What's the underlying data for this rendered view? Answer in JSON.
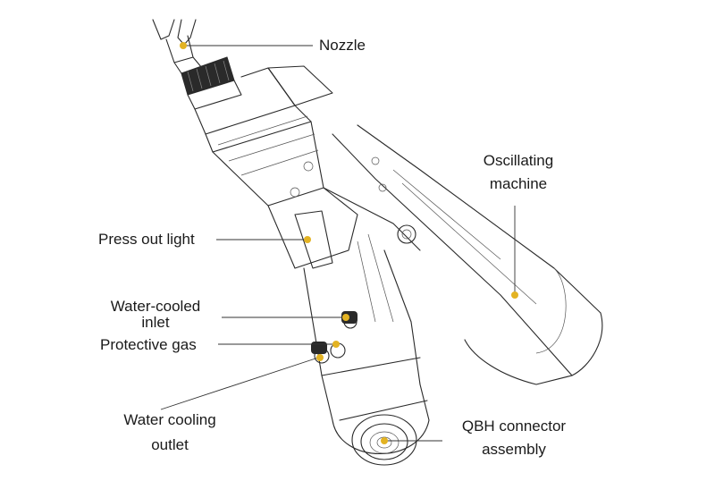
{
  "colors": {
    "marker": "#e3b323",
    "line": "#2a2a2a",
    "background": "#ffffff"
  },
  "labels": {
    "nozzle": "Nozzle",
    "oscillating_1": "Oscillating",
    "oscillating_2": "machine",
    "press_out_light": "Press out light",
    "water_cooled_1": "Water-cooled",
    "water_cooled_2": "inlet",
    "protective_gas": "Protective gas",
    "water_cooling_1": "Water cooling",
    "water_cooling_2": "outlet",
    "qbh_1": "QBH connector",
    "qbh_2": "assembly"
  }
}
